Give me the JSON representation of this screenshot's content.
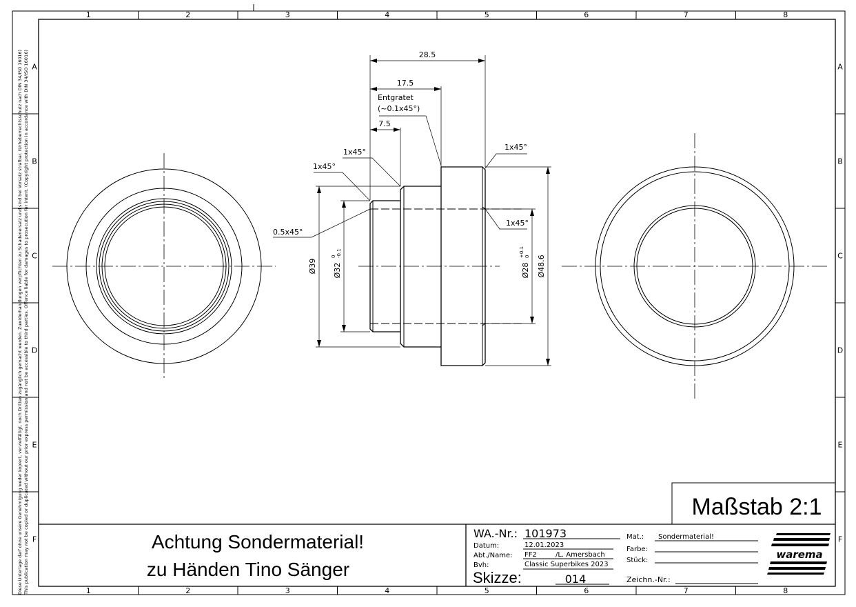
{
  "frame": {
    "columns": [
      "1",
      "2",
      "3",
      "4",
      "5",
      "6",
      "7",
      "8"
    ],
    "rows": [
      "A",
      "B",
      "C",
      "D",
      "E",
      "F"
    ]
  },
  "copyright": {
    "de": "Diese Unterlage darf ohne unsere Genehmigung weder kopiert, vervielfältigt, noch Dritten zugänglich gemacht werden. Zuwiderhandlungen verpflichten zu Schadenersatz und sind bei Vorsatz strafbar. (Urheberrechtsschutz nach DIN 34/ISO 16016)",
    "en": "This publication may not be copied or duplicated without our prior express permission and not be accessible to third parties. Offence liable for damages to prosecution for intent. (Copyright protection in accordance with DIN 34/ISO 16016)"
  },
  "dimensions": {
    "overall_length": "28.5",
    "length_2": "17.5",
    "length_1": "7.5",
    "deburr_note": "Entgratet",
    "deburr_spec": "(~0.1x45°)",
    "chamfer_a": "1x45°",
    "chamfer_b": "1x45°",
    "chamfer_c": "0.5x45°",
    "chamfer_d": "1x45°",
    "chamfer_e": "1x45°",
    "dia_39": "Ø39",
    "dia_32": "Ø32",
    "dia_32_tol_upper": "0",
    "dia_32_tol_lower": "-0.1",
    "dia_28": "Ø28",
    "dia_28_tol_upper": "+0.1",
    "dia_28_tol_lower": "0",
    "dia_48_6": "Ø48.6"
  },
  "scale_box": {
    "label": "Maßstab 2:1"
  },
  "notes": {
    "line1": "Achtung Sondermaterial!",
    "line2": "zu Händen Tino Sänger"
  },
  "title_block": {
    "wa_label": "WA.-Nr.:",
    "wa_value": "101973",
    "datum_label": "Datum:",
    "datum_value": "12.01.2023",
    "abt_label": "Abt./Name:",
    "abt_value": "FF2",
    "name_value": "/L. Amersbach",
    "bvh_label": "Bvh:",
    "bvh_value": "Classic Superbikes 2023",
    "skizze_label": "Skizze:",
    "skizze_value": "014",
    "mat_label": "Mat.:",
    "mat_value": "Sondermaterial!",
    "farbe_label": "Farbe:",
    "stueck_label": "Stück:",
    "zeichn_label": "Zeichn.-Nr.:",
    "logo_text": "warema"
  }
}
